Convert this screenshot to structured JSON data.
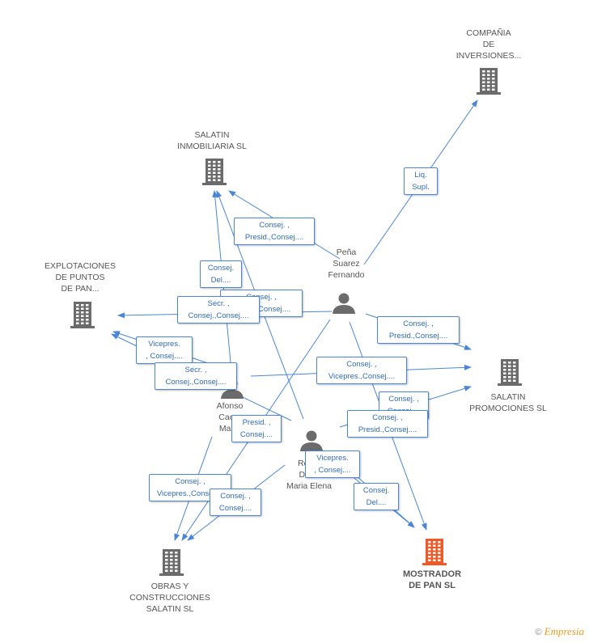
{
  "colors": {
    "company": "#6b6b6b",
    "main_company": "#f05a28",
    "person": "#6b6b6b",
    "edge": "#4a86d8",
    "edge_text": "#2f6bbf",
    "brand": "#f29a1a"
  },
  "nodes": [
    {
      "id": "compania",
      "type": "company",
      "icon": "building-icon",
      "lines": [
        "COMPAÑIA",
        "DE",
        "INVERSIONES..."
      ]
    },
    {
      "id": "salatin_inm",
      "type": "company",
      "icon": "building-icon",
      "lines": [
        "SALATIN",
        "INMOBILIARIA SL"
      ]
    },
    {
      "id": "explotaciones",
      "type": "company",
      "icon": "building-icon",
      "lines": [
        "EXPLOTACIONES",
        "DE PUNTOS",
        "DE PAN..."
      ]
    },
    {
      "id": "salatin_prom",
      "type": "company",
      "icon": "building-icon",
      "lines": [
        "SALATIN",
        "PROMOCIONES SL"
      ]
    },
    {
      "id": "obras",
      "type": "company",
      "icon": "building-icon",
      "lines": [
        "OBRAS Y",
        "CONSTRUCCIONES",
        "SALATIN SL"
      ]
    },
    {
      "id": "mostrador",
      "type": "main",
      "icon": "building-icon",
      "lines": [
        "MOSTRADOR",
        "DE PAN SL"
      ]
    },
    {
      "id": "pena",
      "type": "person",
      "icon": "person-icon",
      "lines": [
        "Peña",
        "Suarez",
        "Fernando"
      ]
    },
    {
      "id": "afonso",
      "type": "person",
      "icon": "person-icon",
      "lines": [
        "Afonso",
        "Cac...",
        "Mar..."
      ]
    },
    {
      "id": "rodriguez",
      "type": "person",
      "icon": "person-icon",
      "lines": [
        "Rod...",
        "Dar...",
        "Maria Elena"
      ]
    }
  ],
  "edges": [
    {
      "from": "pena",
      "to": "compania",
      "lines": [
        "Liq.",
        "Supl."
      ]
    },
    {
      "from": "pena",
      "to": "salatin_inm",
      "lines": [
        "Consej. ,",
        "Presid.,Consej...."
      ]
    },
    {
      "from": "afonso",
      "to": "salatin_inm",
      "lines": [
        "Consej.",
        "Del...."
      ]
    },
    {
      "from": "rodriguez",
      "to": "salatin_inm",
      "lines": [
        "Consej. ,",
        "Presid.,Consej...."
      ]
    },
    {
      "from": "pena",
      "to": "explotaciones",
      "lines": [
        "Secr. ,",
        "Consej.,Consej...."
      ]
    },
    {
      "from": "afonso",
      "to": "explotaciones",
      "lines": [
        "Vicepres.",
        ", Consej...."
      ]
    },
    {
      "from": "rodriguez",
      "to": "explotaciones",
      "lines": [
        "Secr. ,",
        "Consej.,Consej...."
      ]
    },
    {
      "from": "pena",
      "to": "salatin_prom",
      "lines": [
        "Consej. ,",
        "Presid.,Consej...."
      ]
    },
    {
      "from": "afonso",
      "to": "salatin_prom",
      "lines": [
        "Consej. ,",
        "Vicepres.,Consej...."
      ]
    },
    {
      "from": "rodriguez",
      "to": "salatin_prom",
      "lines": [
        "Consej. ,",
        "Consej...."
      ]
    },
    {
      "from": "pena",
      "to": "mostrador",
      "lines": [
        "Consej. ,",
        "Presid.,Consej...."
      ]
    },
    {
      "from": "rodriguez",
      "to": "mostrador",
      "lines": [
        "Vicepres.",
        ", Consej...."
      ]
    },
    {
      "from": "rodriguez",
      "to": "mostrador",
      "lines": [
        "Consej.",
        "Del...."
      ]
    },
    {
      "from": "pena",
      "to": "obras",
      "lines": [
        "Presid. ,",
        "Consej...."
      ]
    },
    {
      "from": "afonso",
      "to": "obras",
      "lines": [
        "Consej. ,",
        "Vicepres.,Consej...."
      ]
    },
    {
      "from": "rodriguez",
      "to": "obras",
      "lines": [
        "Consej. ,",
        "Consej...."
      ]
    }
  ],
  "footer": {
    "copyright": "©",
    "brand": "Empresia"
  }
}
